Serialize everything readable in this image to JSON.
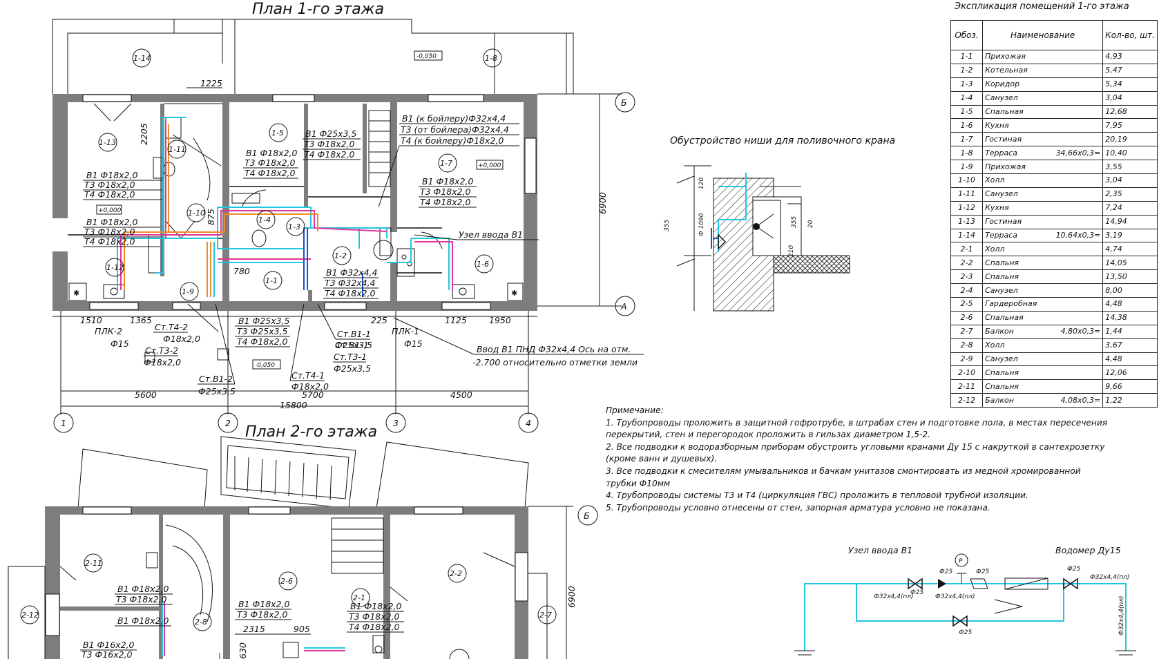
{
  "plan1": {
    "title": "План 1-го этажа",
    "axes": {
      "B": "Б",
      "A": "А",
      "n1": "1",
      "n2": "2",
      "n3": "3",
      "n4": "4"
    },
    "dims": {
      "d1225": "1225",
      "d2205": "2205",
      "d875": "875",
      "d780": "780",
      "d6900": "6900",
      "d1510": "1510",
      "d1365": "1365",
      "d225": "225",
      "d1125": "1125",
      "d1950": "1950",
      "d5600": "5600",
      "d5700": "5700",
      "d4500": "4500",
      "d15800": "15800"
    },
    "levels": {
      "l1": "-0,050",
      "l2": "+0,000",
      "l3": "+0,000",
      "l4": "-0,050"
    },
    "rooms": [
      "1-14",
      "1-8",
      "1-13",
      "1-11",
      "1-5",
      "1-7",
      "1-10",
      "1-4",
      "1-3",
      "1-2",
      "1-6",
      "1-12",
      "1-9",
      "1-1"
    ],
    "pipe_labels": {
      "r13_b1": "В1 Ф18х2,0",
      "r13_t3": "Т3 Ф18х2,0",
      "r13_t4": "Т4 Ф18х2,0",
      "r12_b1": "В1 Ф18х2,0",
      "r12_t3": "Т3 Ф18х2,0",
      "r12_t4": "Т4 Ф18х2,0",
      "r5a_b1": "В1 Ф18х2,0",
      "r5a_t3": "Т3 Ф18х2,0",
      "r5a_t4": "Т4 Ф18х2,0",
      "r5b_b1": "В1 Ф25х3,5",
      "r5b_t3": "Т3 Ф18х2,0",
      "r5b_t4": "Т4 Ф18х2,0",
      "boiler_b1": "В1 (к бойлеру)Ф32х4,4",
      "boiler_t3": "Т3 (от бойлера)Ф32х4,4",
      "boiler_t4": "Т4 (к бойлеру)Ф18х2,0",
      "r7_b1": "В1 Ф18х2,0",
      "r7_t3": "Т3 Ф18х2,0",
      "r7_t4": "Т4 Ф18х2,0",
      "uzel": "Узел ввода В1",
      "r2_b1": "В1 Ф32х4,4",
      "r2_t3": "Т3 Ф32х4,4",
      "r2_t4": "Т4 Ф18х2,0",
      "r1_b1": "В1 Ф25х3,5",
      "r1_t3": "Т3 Ф25х3,5",
      "r1_t4": "Т4 Ф18х2,0",
      "plk2": "ПЛК-2",
      "plk2d": "Ф15",
      "plk1": "ПЛК-1",
      "plk1d": "Ф15",
      "st_t42": "Ст.Т4-2",
      "st_t42d": "Ф18х2,0",
      "st_t32": "Ст.Т3-2",
      "st_t32d": "Ф18х2,0",
      "st_b12": "Ст.В1-2",
      "st_b12d": "Ф25х3,5",
      "st_b11": "Ст.В1-1",
      "st_b11d": "Ф25х3,5",
      "st_t31": "Ст.Т3-1",
      "st_t31d": "Ф25х3,5",
      "st_t41": "Ст.Т4-1",
      "st_t41d": "Ф18х2,0",
      "vvod1": "Ввод В1 ПНД Ф32х4,4 Ось на отм.",
      "vvod2": "-2.700 относительно отметки земли"
    }
  },
  "plan2": {
    "title": "План 2-го этажа",
    "axisB": "Б",
    "d6900": "6900",
    "d2315": "2315",
    "d905": "905",
    "d630": "630",
    "rooms": [
      "2-11",
      "2-12",
      "2-8",
      "2-6",
      "2-1",
      "2-2",
      "2-7"
    ],
    "pipe_labels": {
      "a_b1": "В1 Ф18х2,0",
      "a_t3": "Т3 Ф18х2,0",
      "b_b1": "В1 Ф18х2,0",
      "c_b1": "В1 Ф16х2,0",
      "c_t3": "Т3 Ф16х2,0",
      "d_b1": "В1 Ф18х2,0",
      "d_t3": "Т3 Ф18х2,0",
      "e_b1": "В1 Ф18х2,0",
      "e_t3": "Т3 Ф18х2,0",
      "e_t4": "Т4 Ф18х2,0"
    }
  },
  "niche": {
    "title": "Обустройство ниши для поливочного крана",
    "dims": {
      "a": "120",
      "b": "355",
      "c": "90",
      "d": "Ф 10",
      "e": "355",
      "f": "20",
      "g": "210"
    }
  },
  "explication": {
    "title": "Экспликация помещений 1-го этажа",
    "headers": [
      "Обоз.",
      "Наименование",
      "Кол-во, шт."
    ],
    "rows": [
      {
        "code": "1-1",
        "name": "Прихожая",
        "area_note": "",
        "qty": "4,93"
      },
      {
        "code": "1-2",
        "name": "Котельная",
        "area_note": "",
        "qty": "5,47"
      },
      {
        "code": "1-3",
        "name": "Коридор",
        "area_note": "",
        "qty": "5,34"
      },
      {
        "code": "1-4",
        "name": "Санузел",
        "area_note": "",
        "qty": "3,04"
      },
      {
        "code": "1-5",
        "name": "Спальная",
        "area_note": "",
        "qty": "12,68"
      },
      {
        "code": "1-6",
        "name": "Кухня",
        "area_note": "",
        "qty": "7,95"
      },
      {
        "code": "1-7",
        "name": "Гостиная",
        "area_note": "",
        "qty": "20,19"
      },
      {
        "code": "1-8",
        "name": "Терраса",
        "area_note": "34,66х0,3=",
        "qty": "10,40"
      },
      {
        "code": "1-9",
        "name": "Прихожая",
        "area_note": "",
        "qty": "3,55"
      },
      {
        "code": "1-10",
        "name": "Холл",
        "area_note": "",
        "qty": "3,04"
      },
      {
        "code": "1-11",
        "name": "Санузел",
        "area_note": "",
        "qty": "2,35"
      },
      {
        "code": "1-12",
        "name": "Кухня",
        "area_note": "",
        "qty": "7,24"
      },
      {
        "code": "1-13",
        "name": "Гостиная",
        "area_note": "",
        "qty": "14,94"
      },
      {
        "code": "1-14",
        "name": "Терраса",
        "area_note": "10,64х0,3=",
        "qty": "3,19"
      },
      {
        "code": "2-1",
        "name": "Холл",
        "area_note": "",
        "qty": "4,74"
      },
      {
        "code": "2-2",
        "name": "Спальня",
        "area_note": "",
        "qty": "14,05"
      },
      {
        "code": "2-3",
        "name": "Спальня",
        "area_note": "",
        "qty": "13,50"
      },
      {
        "code": "2-4",
        "name": "Санузел",
        "area_note": "",
        "qty": "8,00"
      },
      {
        "code": "2-5",
        "name": "Гардеробная",
        "area_note": "",
        "qty": "4,48"
      },
      {
        "code": "2-6",
        "name": "Спальная",
        "area_note": "",
        "qty": "14,38"
      },
      {
        "code": "2-7",
        "name": "Балкон",
        "area_note": "4,80х0,3=",
        "qty": "1,44"
      },
      {
        "code": "2-8",
        "name": "Холл",
        "area_note": "",
        "qty": "3,67"
      },
      {
        "code": "2-9",
        "name": "Санузел",
        "area_note": "",
        "qty": "4,48"
      },
      {
        "code": "2-10",
        "name": "Спальня",
        "area_note": "",
        "qty": "12,06"
      },
      {
        "code": "2-11",
        "name": "Спальня",
        "area_note": "",
        "qty": "9,66"
      },
      {
        "code": "2-12",
        "name": "Балкон",
        "area_note": "4,08х0,3=",
        "qty": "1,22"
      }
    ]
  },
  "notes": {
    "heading": "Примечание:",
    "lines": [
      "1. Трубопроводы проложить в защитной гофротрубе, в штрабах стен и подготовке пола, в местах  пересечения",
      "перекрытий, стен и перегородок проложить в  гильзах диаметром 1,5-2.",
      "2. Все подводки к водоразборным приборам обустроить угловыми кранами Ду 15 с накруткой в сантехрозетку",
      "(кроме ванн и душевых).",
      "3. Все подводки к смесителям умывальников и бачкам унитазов смонтировать из медной хромированной",
      "трубки Ф10мм",
      "4.  Трубопроводы системы Т3 и Т4 (циркуляция ГВС) проложить в тепловой трубной изоляции.",
      "5. Трубопроводы условно отнесены от стен, запорная арматура условно не показана."
    ]
  },
  "uzel_vvoda": {
    "title": "Узел ввода В1",
    "meter": "Водомер Ду15",
    "gauge": "Р",
    "labels": {
      "f25a": "Ф25",
      "f25b": "Ф25",
      "f25c": "Ф25",
      "f25d": "Ф25",
      "f25e": "Ф25",
      "p1": "Ф32х4,4(пл)",
      "p2": "Ф32х4,4(пл)",
      "p3": "Ф32х4,4(пл)",
      "p4": "Ф32х4,4(пл)"
    }
  },
  "colors": {
    "cold_water": "#22c6e0",
    "hot_water": "#e0359a",
    "recirc": "#f08b2a",
    "walls": "#7d7d7d"
  }
}
